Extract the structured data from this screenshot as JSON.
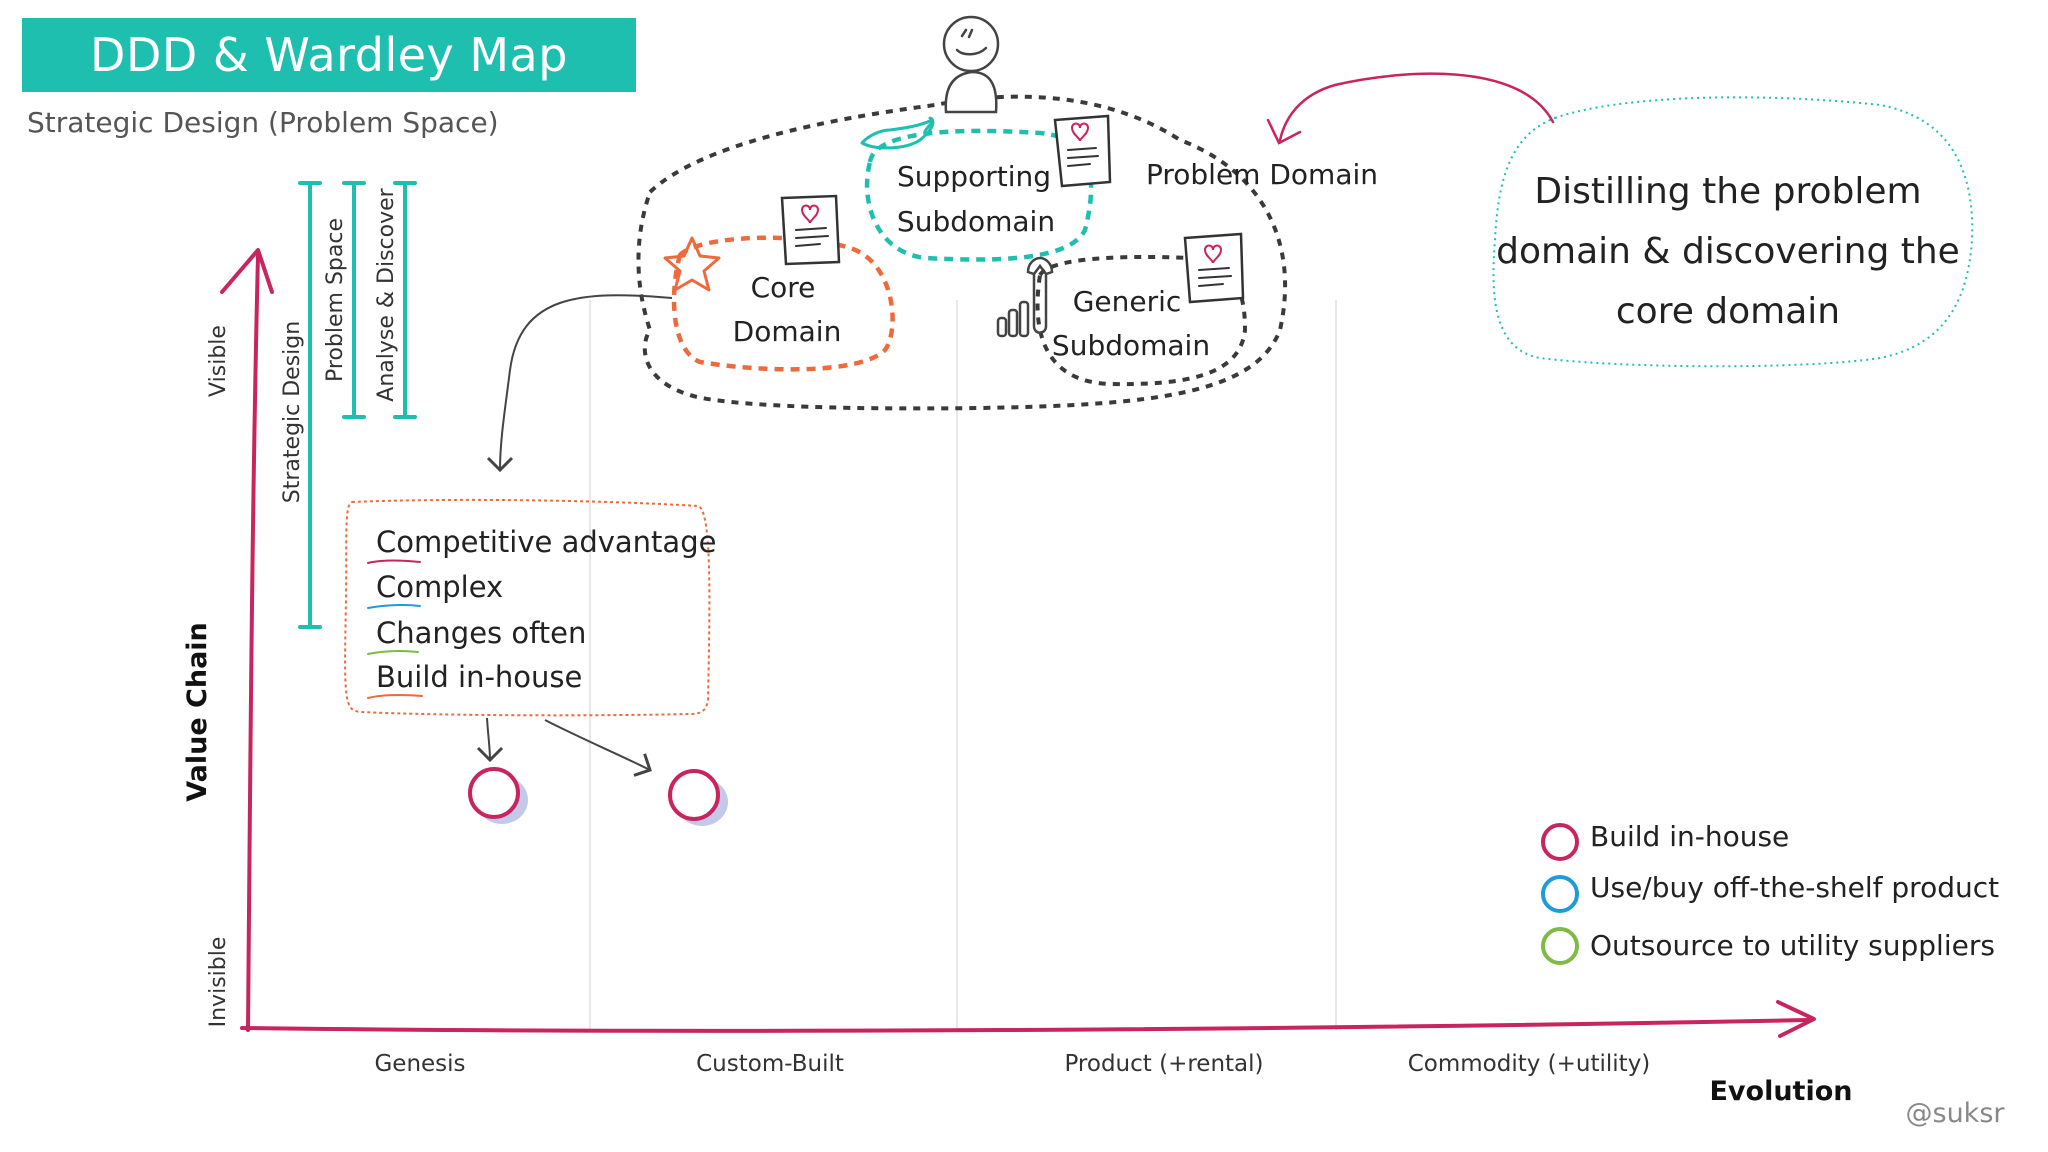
{
  "header": {
    "title": "DDD & Wardley Map",
    "subtitle": "Strategic Design (Problem Space)"
  },
  "colors": {
    "teal": "#1fbfb0",
    "magenta": "#c8245e",
    "orange": "#ee6a3c",
    "blue": "#1f9bd8",
    "green": "#7dbb42",
    "dark_dashed": "#3a3a3a"
  },
  "axes": {
    "y_label": "Value Chain",
    "y_top": "Visible",
    "y_bottom": "Invisible",
    "x_label": "Evolution",
    "stages": [
      "Genesis",
      "Custom-Built",
      "Product (+rental)",
      "Commodity (+utility)"
    ]
  },
  "brackets": [
    "Strategic Design",
    "Problem Space",
    "Analyse & Discover"
  ],
  "problem_domain": {
    "label": "Problem Domain",
    "core": [
      "Core",
      "Domain"
    ],
    "supporting": [
      "Supporting",
      "Subdomain"
    ],
    "generic": [
      "Generic",
      "Subdomain"
    ]
  },
  "callout": {
    "lines": [
      "Distilling the problem",
      "domain & discovering the",
      "core domain"
    ]
  },
  "characteristics": [
    {
      "text": "Competitive advantage",
      "underline": "magenta"
    },
    {
      "text": "Complex",
      "underline": "blue"
    },
    {
      "text": "Changes often",
      "underline": "green"
    },
    {
      "text": "Build in-house",
      "underline": "orange"
    }
  ],
  "legend": [
    {
      "label": "Build in-house",
      "color": "magenta"
    },
    {
      "label": "Use/buy off-the-shelf product",
      "color": "blue"
    },
    {
      "label": "Outsource to utility suppliers",
      "color": "green"
    }
  ],
  "icons": [
    "person-icon",
    "hand-icon",
    "star-icon",
    "wrench-icon",
    "document-heart-icon"
  ],
  "credit": "@suksr"
}
